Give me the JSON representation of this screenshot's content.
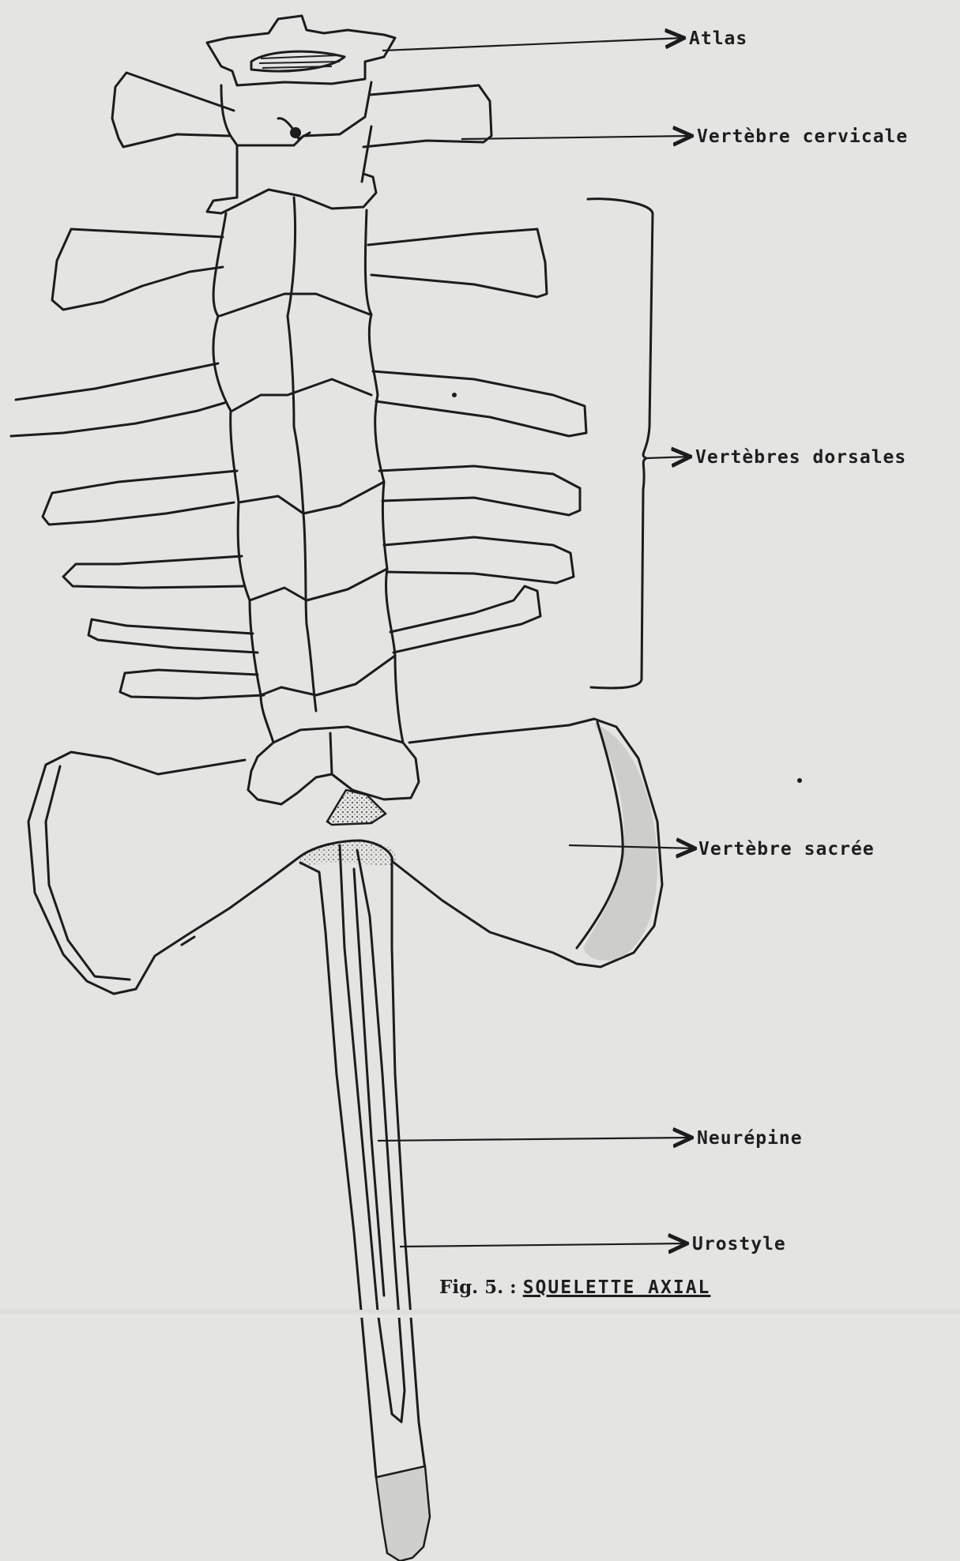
{
  "labels": {
    "atlas": "Atlas",
    "cervicale": "Vertèbre cervicale",
    "dorsales": "Vertèbres dorsales",
    "sacree": "Vertèbre sacrée",
    "neurepine": "Neurépine",
    "urostyle": "Urostyle"
  },
  "caption": {
    "fig": "Fig. 5. :",
    "title": "SQUELETTE AXIAL"
  },
  "colors": {
    "ink": "#1c1c1c",
    "paper": "#e4e4e3"
  }
}
